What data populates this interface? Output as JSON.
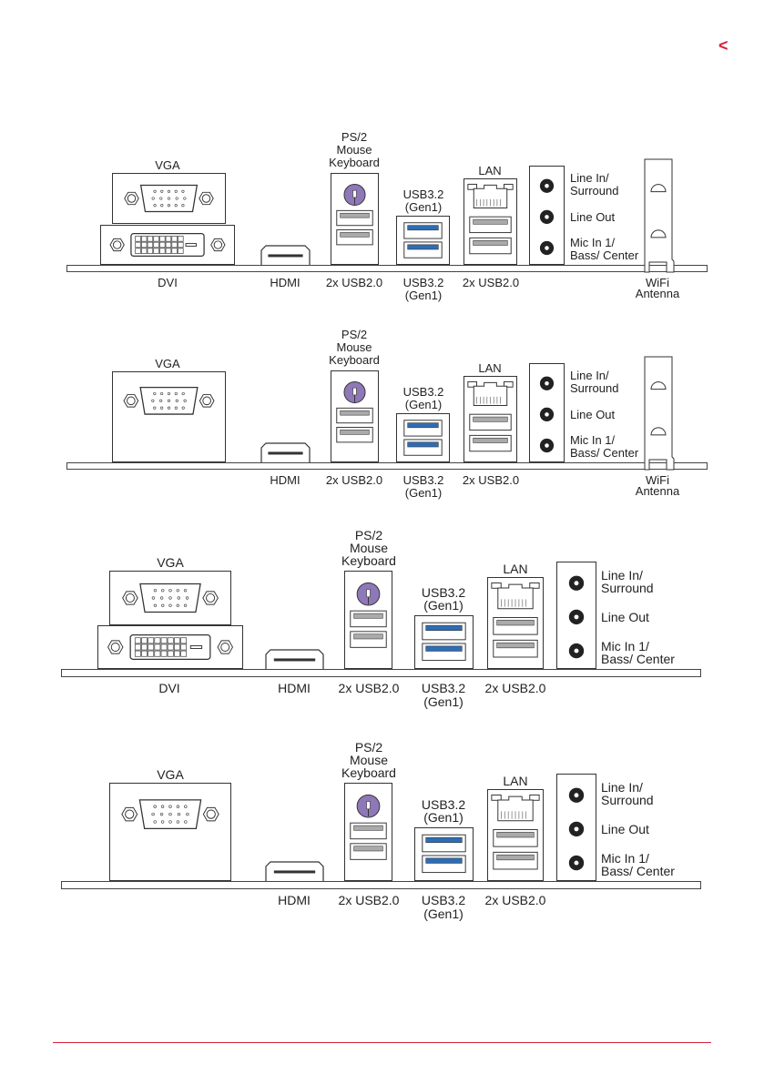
{
  "page": {
    "nav_icon": "chevron-left-icon",
    "nav_glyph": "<",
    "accent": "#d7203a",
    "usb3_color": "#2f6db3",
    "ps2_color": "#8e78b8"
  },
  "panels": [
    {
      "vga": "VGA",
      "dvi": "DVI",
      "hdmi": "HDMI",
      "ps2": [
        "PS/2",
        "Mouse",
        "Keyboard"
      ],
      "usb20_a": "2x USB2.0",
      "usb3_top": [
        "USB3.2",
        "(Gen1)"
      ],
      "usb3_bottom": [
        "USB3.2",
        "(Gen1)"
      ],
      "lan": "LAN",
      "usb20_b": "2x USB2.0",
      "audio": [
        "Line In/",
        "Surround",
        "Line Out",
        "Mic In 1/",
        "Bass/ Center"
      ],
      "wifi": [
        "WiFi",
        "Antenna"
      ]
    },
    {
      "vga": "VGA",
      "hdmi": "HDMI",
      "ps2": [
        "PS/2",
        "Mouse",
        "Keyboard"
      ],
      "usb20_a": "2x USB2.0",
      "usb3_top": [
        "USB3.2",
        "(Gen1)"
      ],
      "usb3_bottom": [
        "USB3.2",
        "(Gen1)"
      ],
      "lan": "LAN",
      "usb20_b": "2x USB2.0",
      "audio": [
        "Line In/",
        "Surround",
        "Line Out",
        "Mic In 1/",
        "Bass/ Center"
      ],
      "wifi": [
        "WiFi",
        "Antenna"
      ]
    },
    {
      "vga": "VGA",
      "dvi": "DVI",
      "hdmi": "HDMI",
      "ps2": [
        "PS/2",
        "Mouse",
        "Keyboard"
      ],
      "usb20_a": "2x USB2.0",
      "usb3_top": [
        "USB3.2",
        "(Gen1)"
      ],
      "usb3_bottom": [
        "USB3.2",
        "(Gen1)"
      ],
      "lan": "LAN",
      "usb20_b": "2x USB2.0",
      "audio": [
        "Line In/",
        "Surround",
        "Line Out",
        "Mic In 1/",
        "Bass/ Center"
      ]
    },
    {
      "vga": "VGA",
      "hdmi": "HDMI",
      "ps2": [
        "PS/2",
        "Mouse",
        "Keyboard"
      ],
      "usb20_a": "2x USB2.0",
      "usb3_top": [
        "USB3.2",
        "(Gen1)"
      ],
      "usb3_bottom": [
        "USB3.2",
        "(Gen1)"
      ],
      "lan": "LAN",
      "usb20_b": "2x USB2.0",
      "audio": [
        "Line In/",
        "Surround",
        "Line Out",
        "Mic In 1/",
        "Bass/ Center"
      ]
    }
  ]
}
